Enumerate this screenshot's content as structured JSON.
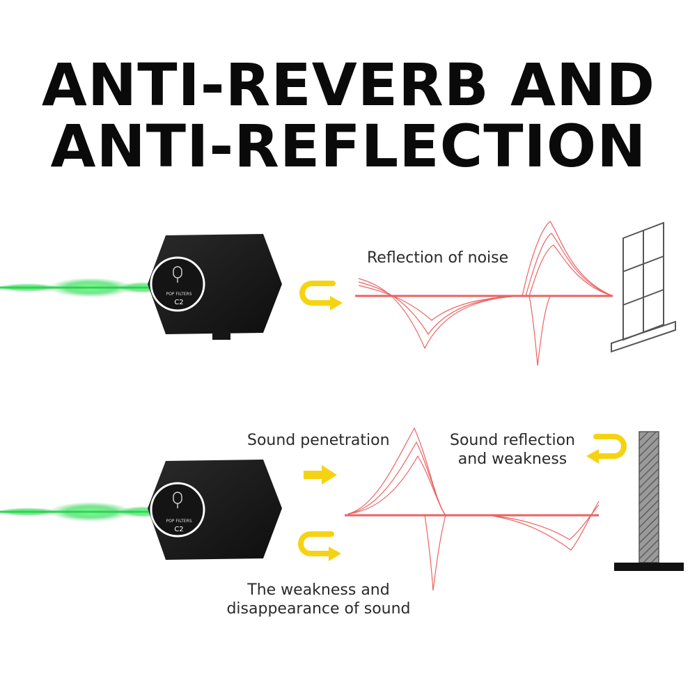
{
  "title": {
    "line1": "ANTI-REVERB AND",
    "line2": "ANTI-REFLECTION"
  },
  "device": {
    "brand_text": "POP FILTERS",
    "model": "C2"
  },
  "top_panel": {
    "label": "Reflection of noise"
  },
  "bottom_panel": {
    "penetration_label": "Sound penetration",
    "reflection_label_line1": "Sound reflection",
    "reflection_label_line2": "and weakness",
    "weakness_label_line1": "The weakness and",
    "weakness_label_line2": "disappearance of sound"
  },
  "colors": {
    "sound_wave_green": "#22d34a",
    "reflected_wave_red": "#e83b3b",
    "arrow_yellow": "#f5d312",
    "foam_black": "#1a1a1a",
    "wall_gray": "#8c8c8c"
  },
  "icons": [
    "u-turn-arrow-icon",
    "right-arrow-icon",
    "window-icon",
    "wall-icon",
    "microphone-icon"
  ]
}
